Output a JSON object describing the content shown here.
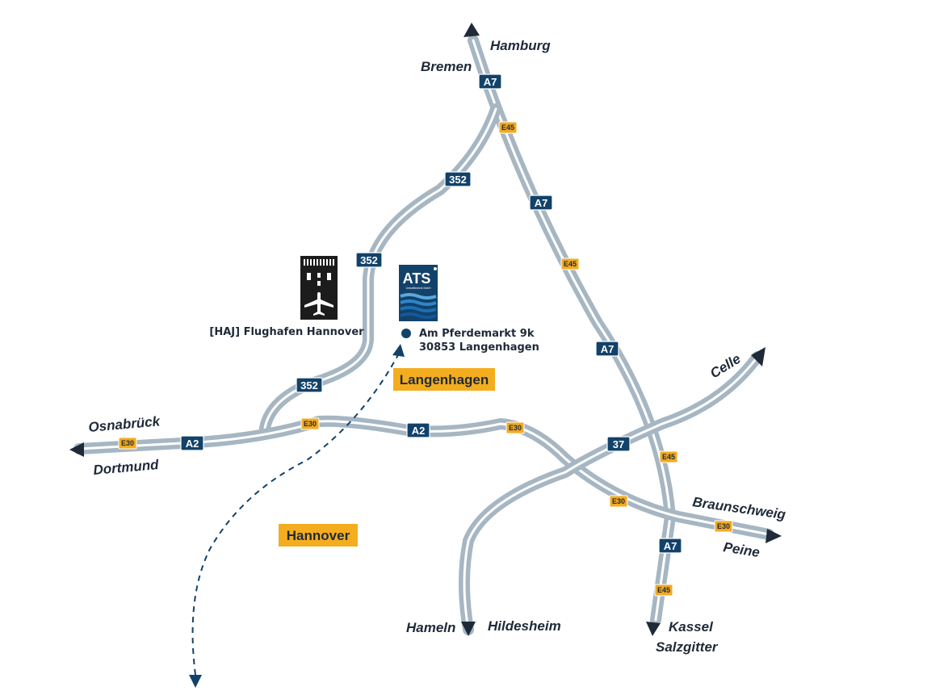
{
  "map": {
    "cities": {
      "hamburg": "Hamburg",
      "bremen": "Bremen",
      "celle": "Celle",
      "osnabrueck": "Osnabrück",
      "dortmund": "Dortmund",
      "braunschweig": "Braunschweig",
      "peine": "Peine",
      "hameln": "Hameln",
      "hildesheim": "Hildesheim",
      "kassel": "Kassel",
      "salzgitter": "Salzgitter"
    },
    "roads": {
      "a7": "A7",
      "a2": "A2",
      "r352": "352",
      "r37": "37",
      "e45": "E45",
      "e30": "E30"
    },
    "places": {
      "langenhagen": "Langenhagen",
      "hannover": "Hannover"
    },
    "airport": {
      "label": "[HAJ] Flughafen Hannover"
    },
    "company": {
      "logo_text": "ATS",
      "logo_subtext": "Umwelttechnik GmbH",
      "address_line1": "Am Pferdemarkt 9k",
      "address_line2": "30853 Langenhagen"
    },
    "colors": {
      "road": "#a6b6c3",
      "road_center": "#ffffff",
      "a_shield": "#12426a",
      "e_shield": "#f2aa1f",
      "place_box": "#f4ad1f",
      "marker": "#12426a"
    }
  }
}
